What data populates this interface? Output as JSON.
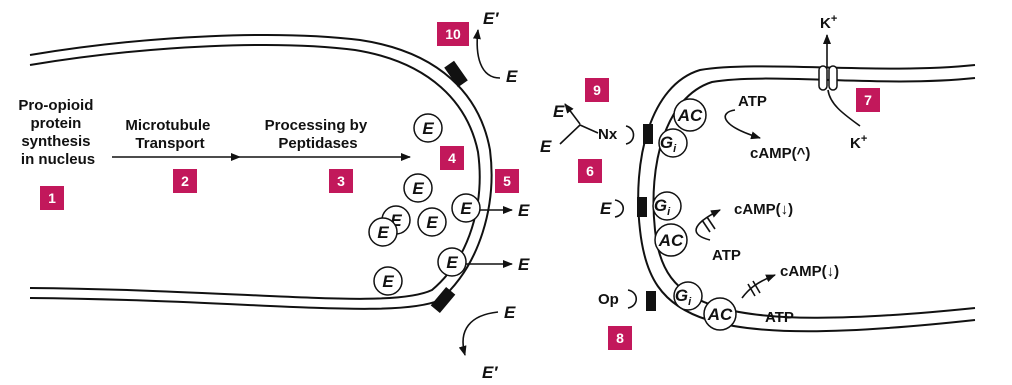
{
  "steps": [
    {
      "num": "1",
      "lines": [
        "Pro-opioid",
        "protein",
        "synthesis",
        "in nucleus"
      ]
    },
    {
      "num": "2",
      "lines": [
        "Microtubule",
        "Transport"
      ]
    },
    {
      "num": "3",
      "lines": [
        "Processing by",
        "Peptidases"
      ]
    },
    {
      "num": "4",
      "lines": []
    },
    {
      "num": "5",
      "lines": []
    },
    {
      "num": "6",
      "lines": []
    },
    {
      "num": "7",
      "lines": []
    },
    {
      "num": "8",
      "lines": []
    },
    {
      "num": "9",
      "lines": []
    },
    {
      "num": "10",
      "lines": []
    }
  ],
  "labels": {
    "enkephalin": "E",
    "metabolite": "E′",
    "naloxone": "Nx",
    "opioid": "Op",
    "gi": "G",
    "gi_sub": "i",
    "ac": "AC",
    "atp": "ATP",
    "camp_up": "cAMP(^)",
    "camp_down": "cAMP(↓)",
    "k_ion": "K",
    "k_charge": "+"
  },
  "colors": {
    "badge": "#c2185b",
    "ink": "#111111",
    "background": "#ffffff"
  }
}
